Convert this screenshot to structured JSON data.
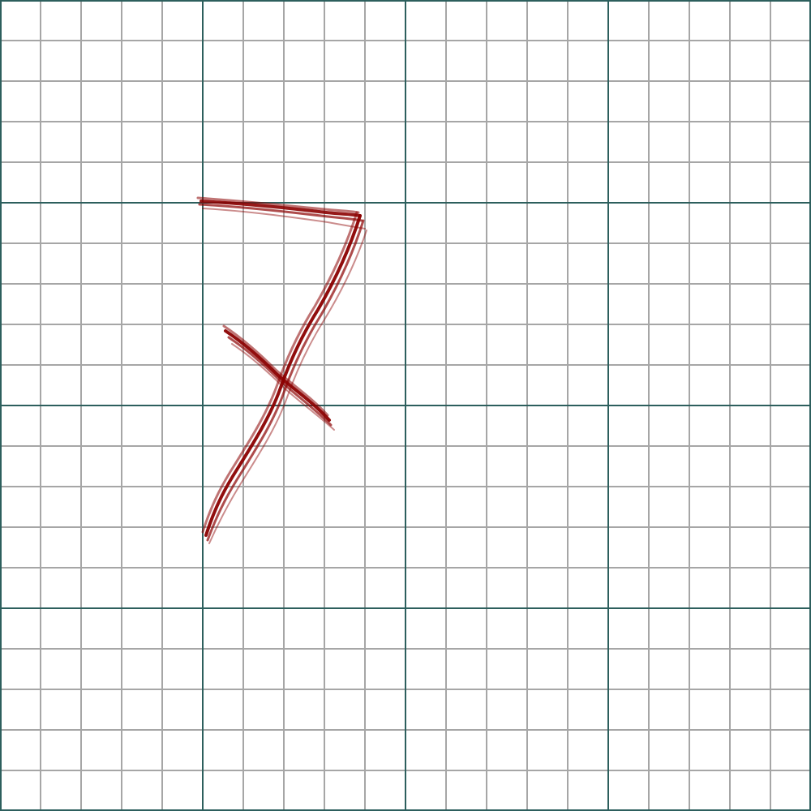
{
  "canvas": {
    "background_color": "#ffffff",
    "minor_grid_color": "#a6a6a6",
    "major_grid_color": "#2d5f5d",
    "minor_divisions": 20,
    "major_divisions": 4
  },
  "drawing": {
    "depicts": "7",
    "ink_color": "#8b0000"
  }
}
